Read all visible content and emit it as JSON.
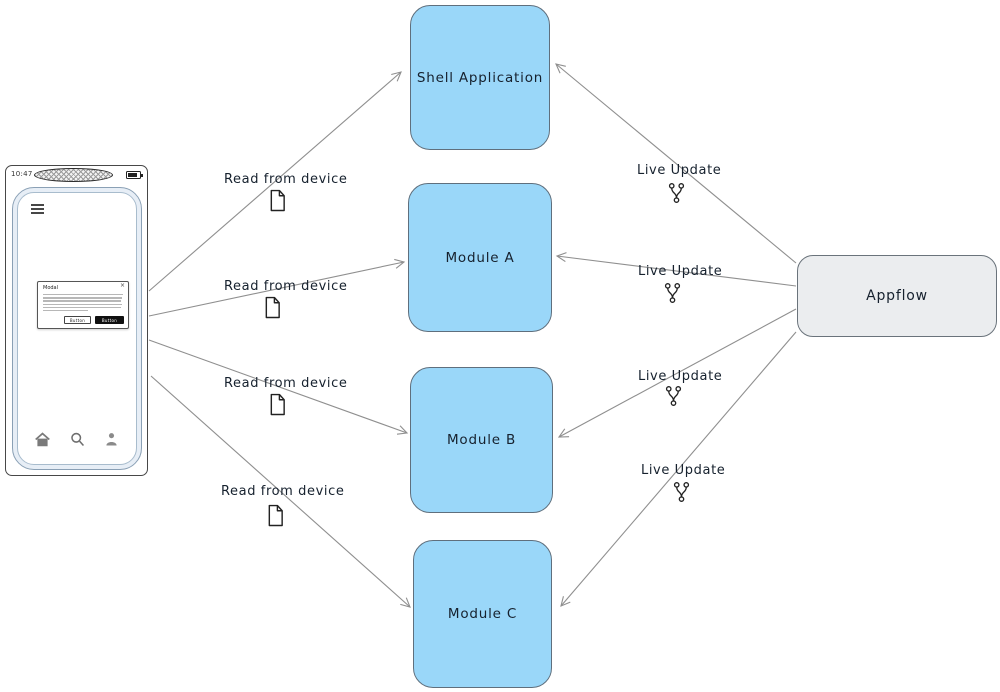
{
  "diagram": {
    "nodes": {
      "shell": {
        "label": "Shell Application"
      },
      "module_a": {
        "label": "Module A"
      },
      "module_b": {
        "label": "Module B"
      },
      "module_c": {
        "label": "Module C"
      },
      "appflow": {
        "label": "Appflow"
      }
    },
    "edge_labels": {
      "read_from_device": "Read from device",
      "live_update": "Live Update"
    },
    "edge_icons": {
      "read_from_device": "document-icon",
      "live_update": "git-branch-icon"
    }
  },
  "phone": {
    "status": {
      "time": "10:47",
      "battery": "battery-icon"
    },
    "menu_icon": "hamburger-menu-icon",
    "modal": {
      "title": "Modal",
      "close": "×",
      "secondary_button": "Button",
      "primary_button": "Button"
    },
    "nav": {
      "home": "home-icon",
      "search": "search-icon",
      "profile": "profile-icon"
    }
  },
  "colors": {
    "module_fill": "#9ad7f9",
    "module_stroke": "#5f6f7d",
    "appflow_fill": "#ebedef",
    "appflow_stroke": "#6a737b",
    "arrow_color": "#8f8f8f",
    "ink": "#16212e"
  }
}
